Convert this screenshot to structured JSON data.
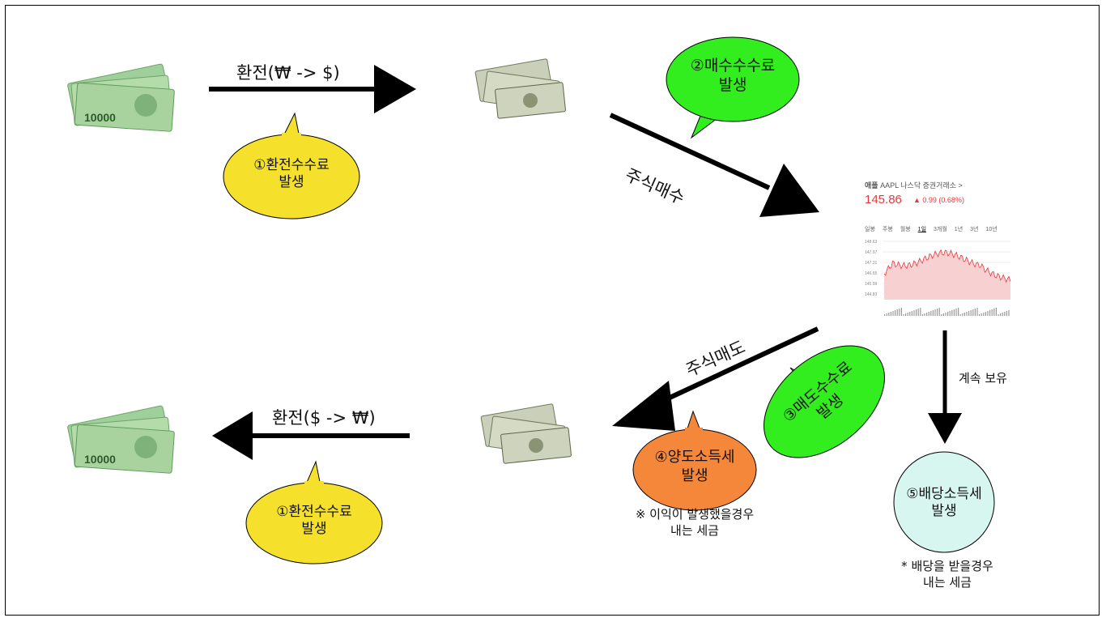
{
  "flow": {
    "exchange_to_usd": "환전(₩ -> $)",
    "exchange_to_krw": "환전($ -> ₩)",
    "buy_stock": "주식매수",
    "sell_stock": "주식매도",
    "keep_holding": "계속 보유"
  },
  "bubbles": {
    "fx_fee_top": {
      "line1": "①환전수수료",
      "line2": "발생",
      "color": "#f5e12b"
    },
    "buy_fee": {
      "line1": "②매수수수료",
      "line2": "발생",
      "color": "#33ee1e"
    },
    "sell_fee": {
      "line1": "③매도수수료",
      "line2": "발생",
      "color": "#33ee1e"
    },
    "capital_gains_tax": {
      "line1": "④양도소득세",
      "line2": "발생",
      "color": "#f5873a"
    },
    "dividend_tax": {
      "line1": "⑤배당소득세",
      "line2": "발생",
      "color": "#d7f6ef"
    },
    "fx_fee_bottom": {
      "line1": "①환전수수료",
      "line2": "발생",
      "color": "#f5e12b"
    }
  },
  "notes": {
    "capital_gains": {
      "line1": "※ 이익이 발생했을경우",
      "line2": "내는 세금"
    },
    "dividend": {
      "line1": "* 배당을 받을경우",
      "line2": "내는 세금"
    }
  },
  "stock": {
    "name": "애플",
    "ticker": "AAPL",
    "exchange": "나스닥 증권거래소 >",
    "price": "145.86",
    "change": "▲ 0.99 (0.68%)",
    "tabs": [
      "일봉",
      "주봉",
      "월봉",
      "1일",
      "3개월",
      "1년",
      "3년",
      "10년"
    ],
    "active_tab": "1일",
    "y_ticks": [
      "148.63",
      "147.97",
      "147.31",
      "146.65",
      "145.99",
      "144.83"
    ],
    "color": "#e8383d"
  },
  "icons": {
    "krw": "krw-banknotes-icon",
    "usd": "usd-banknotes-icon"
  }
}
